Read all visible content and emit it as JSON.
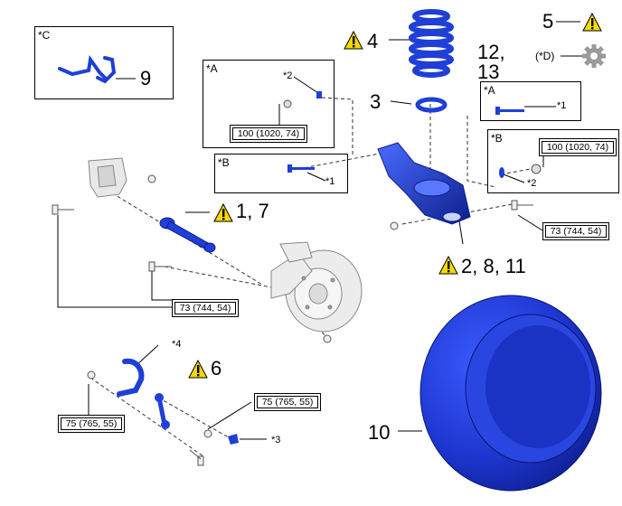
{
  "callouts": {
    "c1_7": "1, 7",
    "c2_8_11": "2, 8, 11",
    "c3": "3",
    "c4": "4",
    "c5": "5",
    "c6": "6",
    "c9": "9",
    "c10": "10",
    "c12_13": "12,\n13"
  },
  "notes": {
    "note_a_box": "*A",
    "note_b_box": "*B",
    "note_c_box": "*C",
    "note_a_right": "*A",
    "note_b_right": "*B",
    "star1": "*1",
    "star1_right": "*1",
    "star2": "*2",
    "star2_right": "*2",
    "star3": "*3",
    "star4": "*4",
    "star_d": "(*D)"
  },
  "torques": {
    "t100_left": "100 (1020, 74)",
    "t100_right": "100 (1020, 74)",
    "t73_right": "73 (744, 54)",
    "t73_left": "73 (744, 54)",
    "t75_left": "75 (765, 55)",
    "t75_right": "75 (765, 55)"
  },
  "colors": {
    "part_blue": "#1f3fd6",
    "part_blue_dark": "#0d1f8a",
    "warning_yellow": "#f5d800",
    "gear_gray": "#9a9a9a"
  },
  "icons": {
    "warning": "warning-triangle-icon",
    "gear": "gear-icon"
  }
}
